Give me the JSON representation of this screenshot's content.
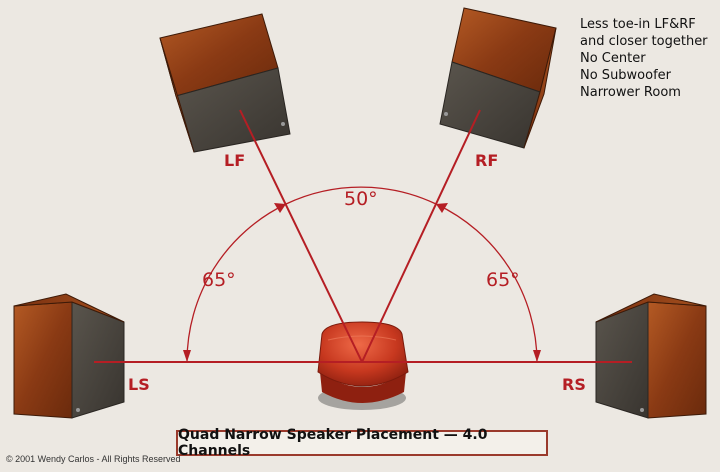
{
  "speakers": {
    "lf": "LF",
    "rf": "RF",
    "ls": "LS",
    "rs": "RS"
  },
  "angles": {
    "top": "50°",
    "left": "65°",
    "right": "65°"
  },
  "notes": [
    "Less toe-in LF&RF",
    "and closer together",
    "No Center",
    "No Subwoofer",
    "Narrower Room"
  ],
  "caption": "Quad Narrow Speaker Placement — 4.0 Channels",
  "copyright": "© 2001 Wendy Carlos - All Rights Reserved",
  "colors": {
    "lines": "#b51e24",
    "background": "#ece8e2",
    "wood": "#8a3a14",
    "grille": "#4a4640",
    "chair": "#c73a22"
  }
}
